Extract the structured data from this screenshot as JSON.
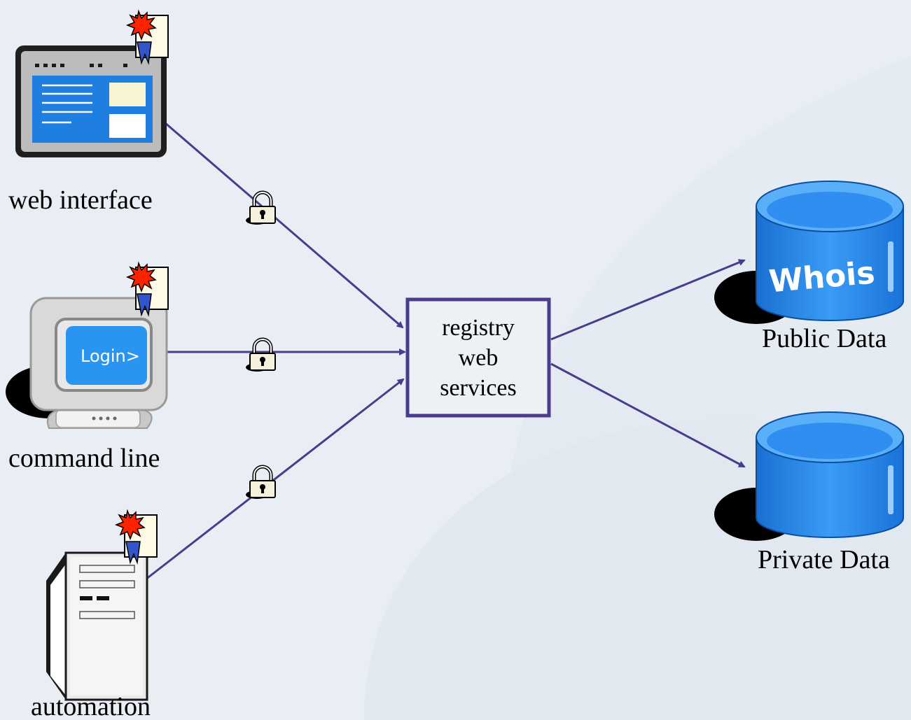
{
  "clients": {
    "web": {
      "label": "web interface"
    },
    "cli": {
      "label": "command line",
      "screen_text": "Login>"
    },
    "auto": {
      "label": "automation"
    }
  },
  "hub": {
    "line1": "registry",
    "line2": "web",
    "line3": "services"
  },
  "stores": {
    "public": {
      "label": "Public Data",
      "badge": "Whois"
    },
    "private": {
      "label": "Private Data"
    }
  },
  "colors": {
    "connector": "#4a3c8c",
    "database": "#1e7fe0",
    "background": "#e9eef4",
    "seal": "#ff2200"
  }
}
